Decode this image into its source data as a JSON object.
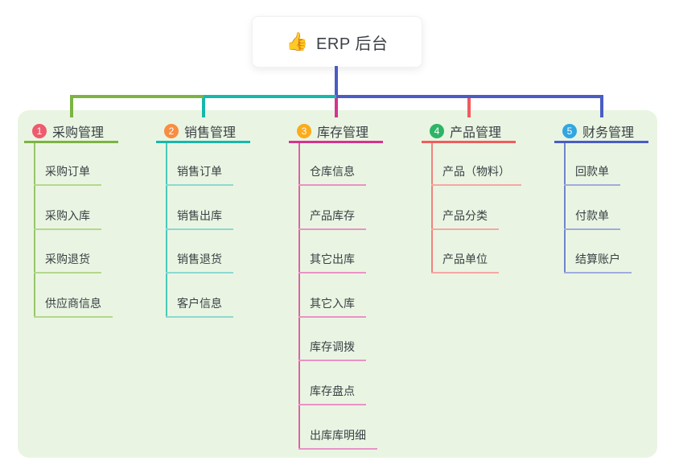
{
  "root": {
    "icon": "👍",
    "label": "ERP 后台"
  },
  "colors": {
    "panel_bg": "#e9f5e2",
    "card_bg": "#ffffff",
    "root_connector": "#4a5cc5",
    "text": "#3b4046"
  },
  "branches": [
    {
      "badge": "1",
      "title": "采购管理",
      "badge_color": "#ef5b6e",
      "line_color": "#7db343",
      "light_color": "#b3d88c",
      "children": [
        "采购订单",
        "采购入库",
        "采购退货",
        "供应商信息"
      ]
    },
    {
      "badge": "2",
      "title": "销售管理",
      "badge_color": "#f98d41",
      "line_color": "#16b8ac",
      "light_color": "#8ed8d0",
      "children": [
        "销售订单",
        "销售出库",
        "销售退货",
        "客户信息"
      ]
    },
    {
      "badge": "3",
      "title": "库存管理",
      "badge_color": "#fbab1b",
      "line_color": "#d6338f",
      "light_color": "#ea92c6",
      "children": [
        "仓库信息",
        "产品库存",
        "其它出库",
        "其它入库",
        "库存调拨",
        "库存盘点",
        "出库库明细"
      ]
    },
    {
      "badge": "4",
      "title": "产品管理",
      "badge_color": "#2eb466",
      "line_color": "#f15b5d",
      "light_color": "#f5a8a3",
      "children": [
        "产品（物料）",
        "产品分类",
        "产品单位"
      ]
    },
    {
      "badge": "5",
      "title": "财务管理",
      "badge_color": "#32a6e1",
      "line_color": "#4a5cc5",
      "light_color": "#a0abdc",
      "children": [
        "回款单",
        "付款单",
        "结算账户"
      ]
    }
  ]
}
